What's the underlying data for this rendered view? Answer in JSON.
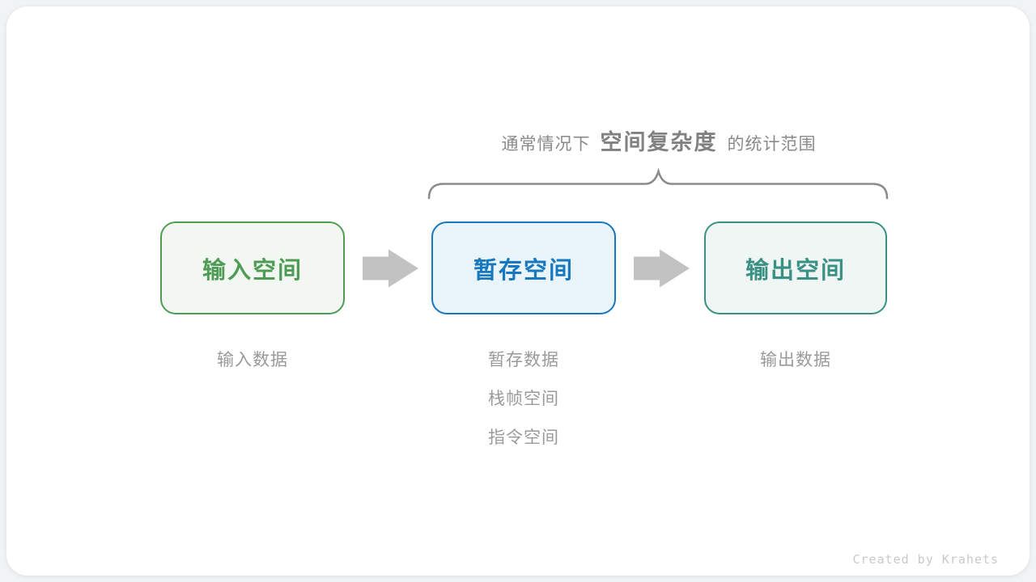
{
  "page": {
    "background": "#f2f3f5",
    "card_background": "#ffffff"
  },
  "annotation": {
    "prefix": "通常情况下",
    "highlight": "空间复杂度",
    "suffix": "的统计范围",
    "color": "#8a8a8a"
  },
  "brace": {
    "color": "#8c8c8c"
  },
  "flow": {
    "arrow_color": "#c2c2c2",
    "nodes": [
      {
        "id": "input-space",
        "label": "输入空间",
        "border": "#519c55",
        "fill": "#f2f8f1",
        "text": "#4e9b55",
        "sublabels": [
          "输入数据"
        ]
      },
      {
        "id": "temp-space",
        "label": "暂存空间",
        "border": "#1778be",
        "fill": "#eaf4fb",
        "text": "#1778be",
        "sublabels": [
          "暂存数据",
          "栈帧空间",
          "指令空间"
        ]
      },
      {
        "id": "output-space",
        "label": "输出空间",
        "border": "#3a9084",
        "fill": "#eff6f3",
        "text": "#3a9084",
        "sublabels": [
          "输出数据"
        ]
      }
    ]
  },
  "watermark": "Created by Krahets"
}
